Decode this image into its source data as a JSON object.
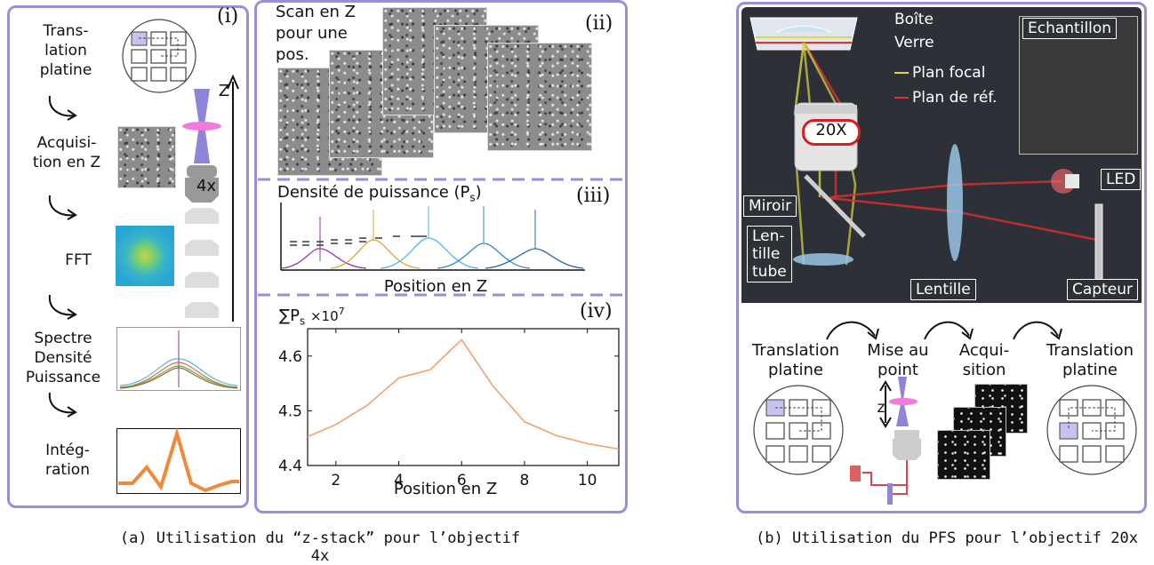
{
  "panel_a": {
    "roman_i": "(i)",
    "step1": "Trans-\nlation\nplatine",
    "step2": "Acquisi-\ntion en Z",
    "step3": "FFT",
    "step4": "Spectre\nDensité\nPuissance",
    "step5": "Intég-\nration",
    "objective": "4x",
    "axis_z": "Z",
    "roman_ii": "(ii)",
    "scan_text": "Scan en Z\npour une\npos.",
    "roman_iii": "(iii)",
    "psd_title": "Densité de puissance (P",
    "psd_sub": "s",
    "psd_close": ")",
    "psd_xlabel": "Position en Z",
    "roman_iv": "(iv)",
    "caption": "(a) Utilisation du “z-stack” pour l’objectif 4x"
  },
  "panel_b": {
    "boite": "Boîte",
    "verre": "Verre",
    "plan_focal": "Plan focal",
    "plan_ref": "Plan de réf.",
    "echantillon": "Echantillon",
    "objective": "20X",
    "miroir": "Miroir",
    "lentille_tube": "Len-\ntille\ntube",
    "lentille": "Lentille",
    "led": "LED",
    "capteur": "Capteur",
    "step1": "Translation\nplatine",
    "step2": "Mise au\npoint",
    "step3": "Acqui-\nsition",
    "step4": "Translation\nplatine",
    "z_label": "z",
    "caption": "(b) Utilisation du PFS pour l’objectif 20x",
    "colors": {
      "focal": "#d8d840",
      "ref": "#e03030",
      "background": "#2d3137"
    }
  },
  "chart_data": {
    "type": "line",
    "title": "",
    "ylabel": "∑P",
    "ylabel_sub": "s",
    "y_multiplier": "×10",
    "y_multiplier_exp": "7",
    "xlabel": "Position en Z",
    "x": [
      1,
      2,
      3,
      4,
      5,
      6,
      7,
      8,
      9,
      10,
      11
    ],
    "y": [
      4.45,
      4.475,
      4.51,
      4.56,
      4.575,
      4.63,
      4.545,
      4.48,
      4.455,
      4.44,
      4.43
    ],
    "xlim": [
      1.1,
      11
    ],
    "ylim": [
      4.4,
      4.65
    ],
    "xticks": [
      "2",
      "4",
      "6",
      "8",
      "10"
    ],
    "yticks": [
      "4.4",
      "4.5",
      "4.6"
    ],
    "line_color": "#f0a070"
  }
}
